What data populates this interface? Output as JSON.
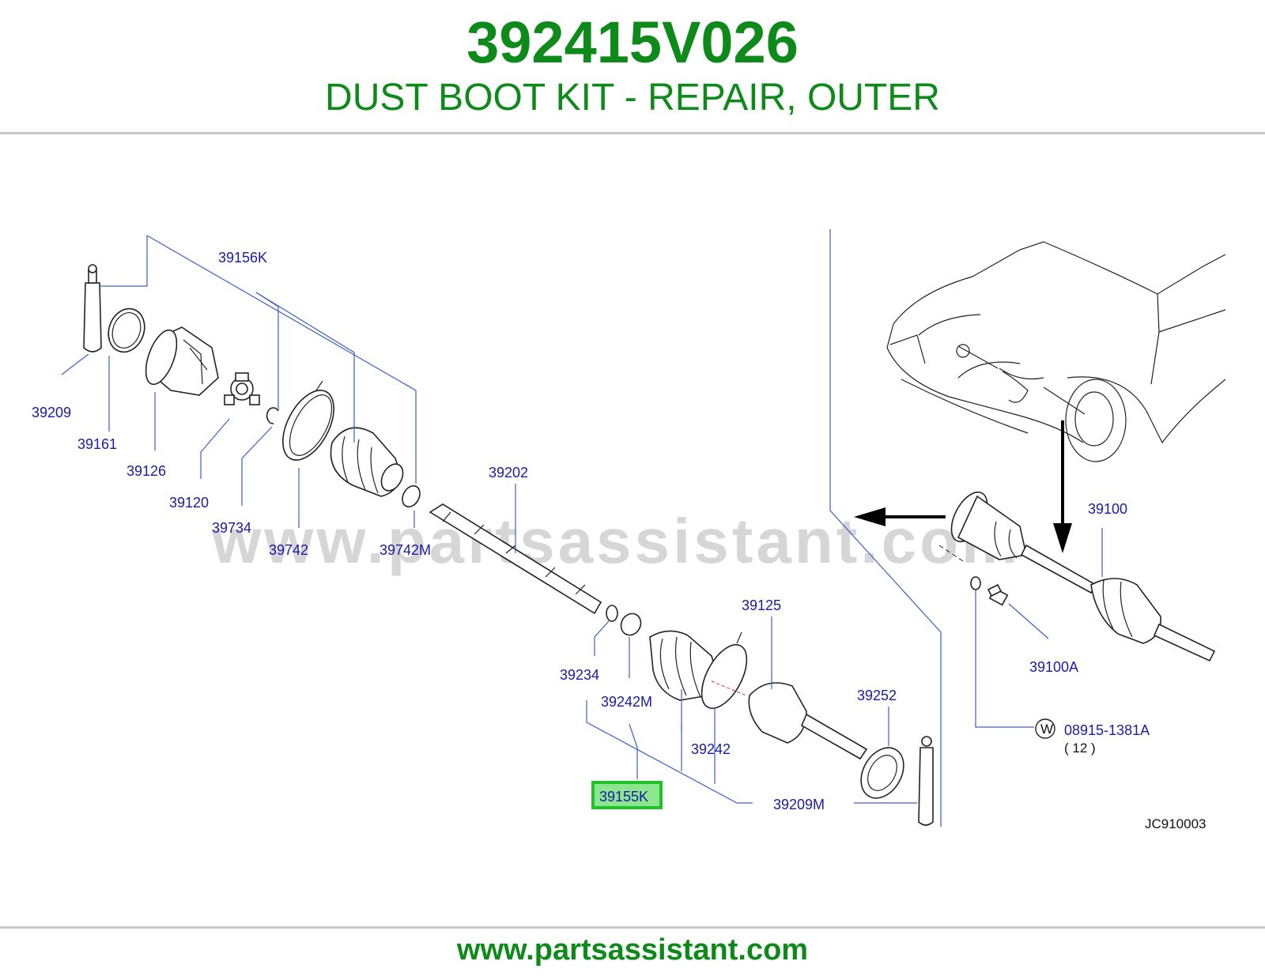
{
  "header": {
    "part_number": "392415V026",
    "part_name": "DUST BOOT KIT - REPAIR, OUTER",
    "watermark": "www.partsassistant.com"
  },
  "footer": {
    "url": "www.partsassistant.com"
  },
  "diagram": {
    "highlight_color": "#22c02a",
    "labels": {
      "l39156K": "39156K",
      "l39209": "39209",
      "l39161": "39161",
      "l39126": "39126",
      "l39120": "39120",
      "l39734": "39734",
      "l39742": "39742",
      "l39742M": "39742M",
      "l39202": "39202",
      "l39234": "39234",
      "l39242M": "39242M",
      "l39242": "39242",
      "l39125": "39125",
      "l39252": "39252",
      "l39155K": "39155K",
      "l39209M": "39209M",
      "l39100": "39100",
      "l39100A": "39100A",
      "l08915": "08915-1381A",
      "qty": "( 12 )",
      "w_symbol": "W",
      "ref_code": "JC910003"
    }
  }
}
